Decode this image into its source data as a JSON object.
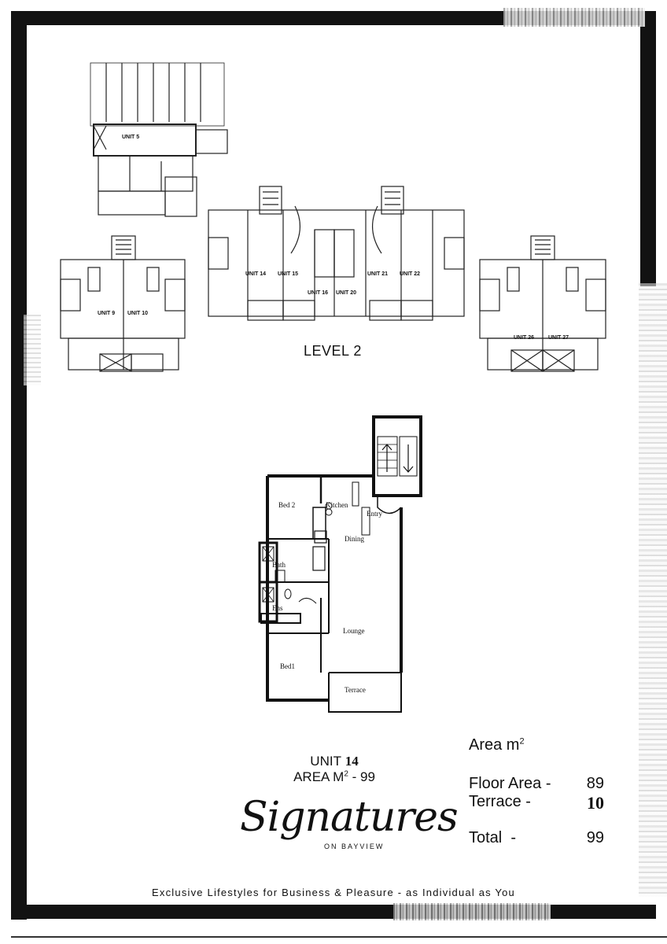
{
  "level_title": "LEVEL 2",
  "site_plan": {
    "units": [
      "UNIT 5",
      "UNIT 9",
      "UNIT 10",
      "UNIT 14",
      "UNIT 15",
      "UNIT 16",
      "UNIT 20",
      "UNIT 21",
      "UNIT 22",
      "UNIT 26",
      "UNIT 27"
    ]
  },
  "floor_plan": {
    "rooms": [
      "Bed 2",
      "Kitchen",
      "Entry",
      "Dining",
      "Bath",
      "Ens",
      "Lounge",
      "Bed1",
      "Terrace"
    ]
  },
  "unit_heading": {
    "unit_prefix": "UNIT",
    "unit_number": "14",
    "area_prefix": "AREA M",
    "area_sup": "2",
    "area_value": "- 99"
  },
  "brand": {
    "name": "Signatures",
    "subtitle": "ON BAYVIEW",
    "tagline": "Exclusive Lifestyles for Business & Pleasure - as Individual as You"
  },
  "area_table": {
    "heading": "Area m",
    "heading_sup": "2",
    "rows": [
      {
        "label": "Floor Area -",
        "value": "89"
      },
      {
        "label": "Terrace -",
        "value": "10"
      },
      {
        "label": "Total  -",
        "value": "99"
      }
    ]
  }
}
